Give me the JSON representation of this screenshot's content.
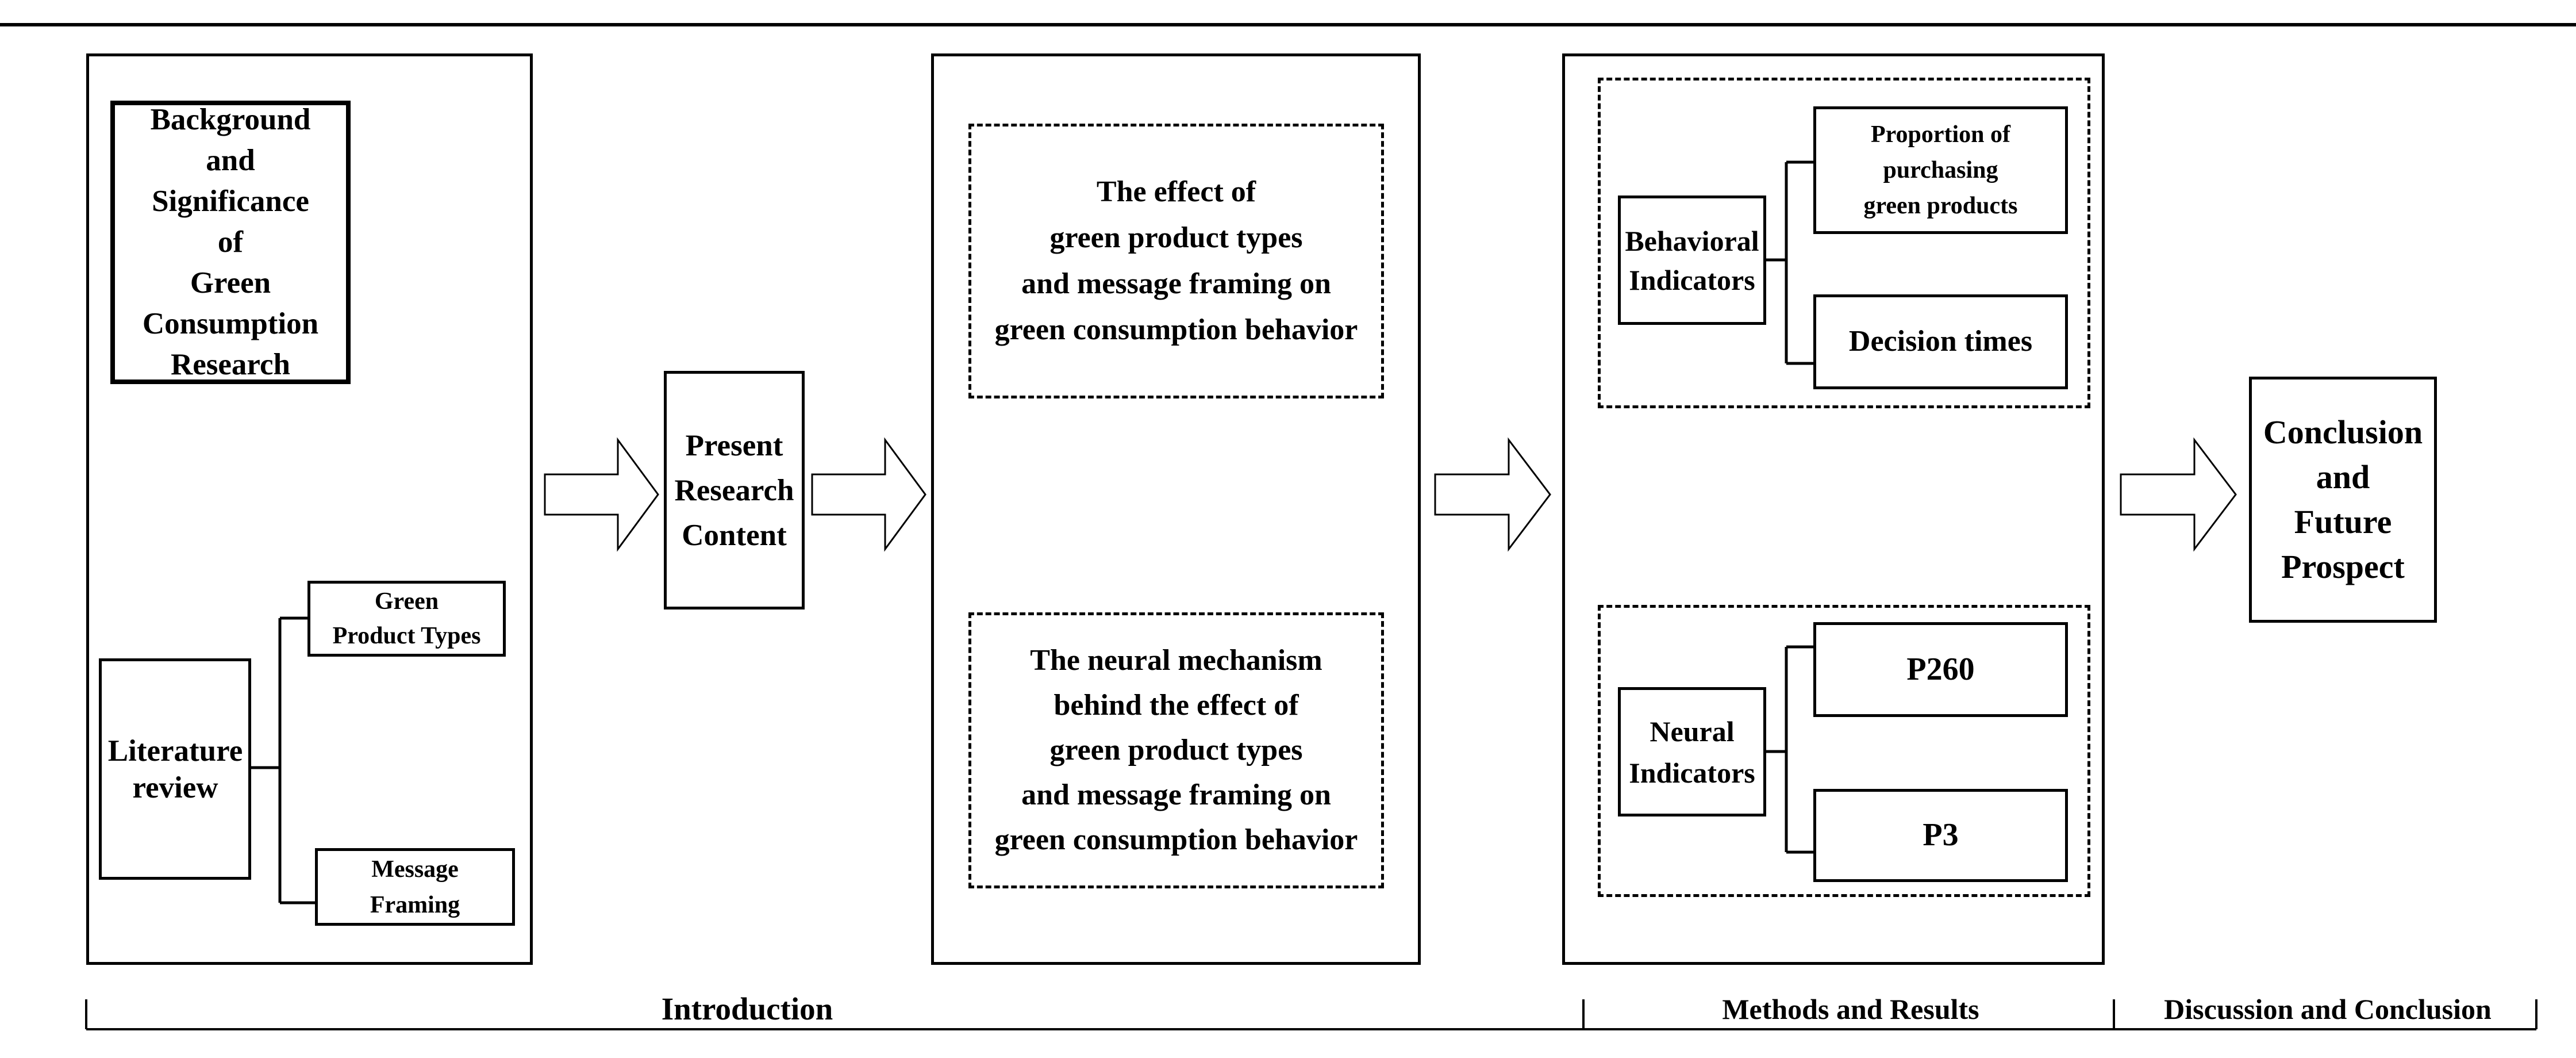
{
  "intro_column": {
    "background_box": "Background\nand\nSignificance\nof\nGreen\nConsumption\nResearch",
    "literature_review": "Literature\nreview",
    "green_product_types": "Green\nProduct Types",
    "message_framing": "Message\nFraming"
  },
  "present_research": "Present\nResearch\nContent",
  "research_content": {
    "effect_box": "The effect of\ngreen product types\nand message framing on\ngreen consumption behavior",
    "neural_box": "The neural mechanism\nbehind the effect of\ngreen product types\nand message framing on\ngreen consumption behavior"
  },
  "methods": {
    "behavioral_indicators": "Behavioral\nIndicators",
    "proportion": "Proportion of\npurchasing\ngreen products",
    "decision_times": "Decision times",
    "neural_indicators": "Neural\nIndicators",
    "p260": "P260",
    "p3": "P3"
  },
  "conclusion": "Conclusion\nand\nFuture\nProspect",
  "sections": {
    "introduction": "Introduction",
    "methods_results": "Methods and Results",
    "discussion": "Discussion and Conclusion"
  }
}
